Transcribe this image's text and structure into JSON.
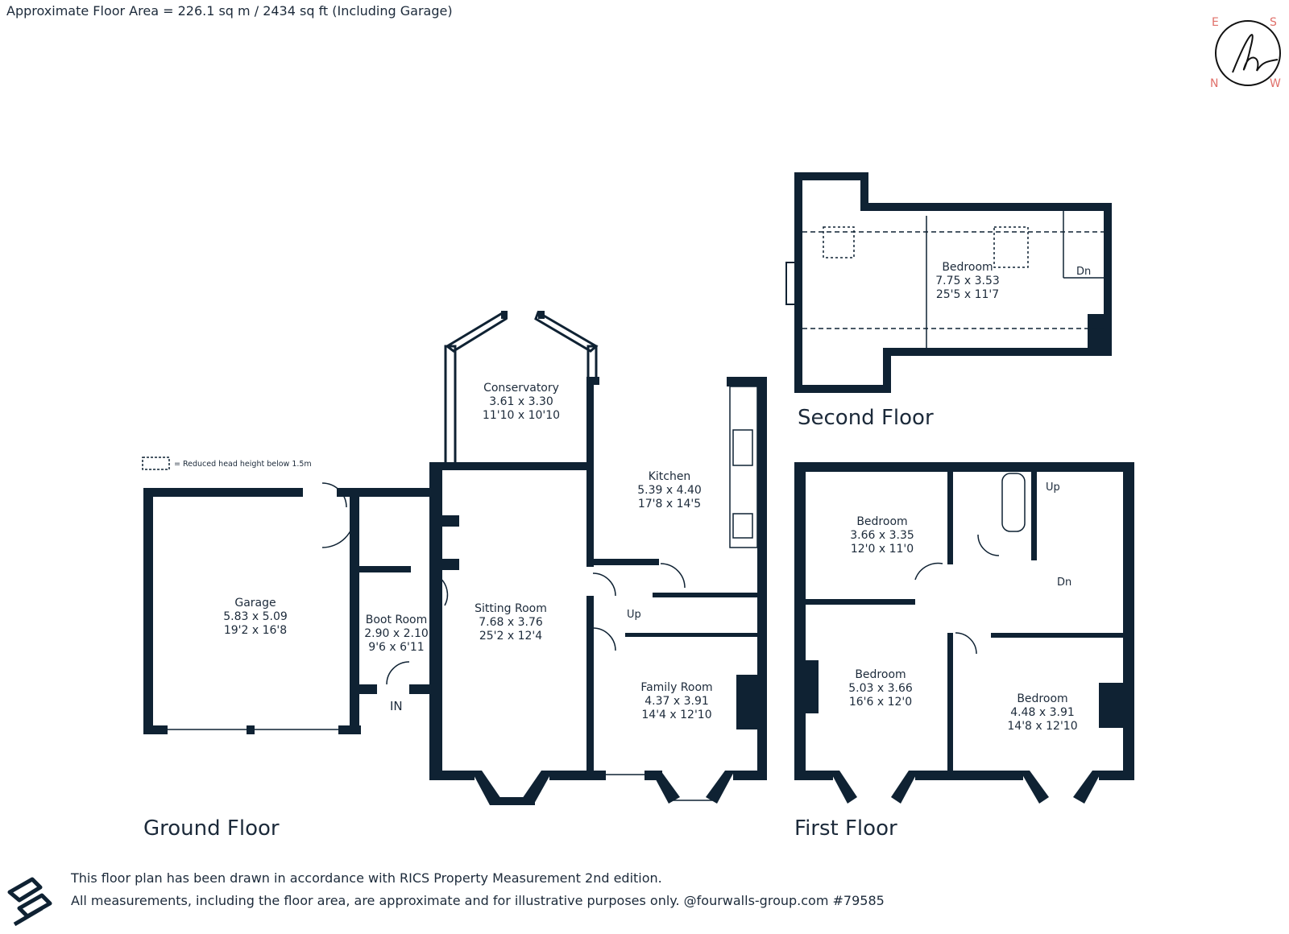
{
  "header": {
    "floor_area": "Approximate Floor Area = 226.1 sq m / 2434 sq ft (Including Garage)"
  },
  "compass": {
    "e": "E",
    "s": "S",
    "n": "N",
    "w": "W"
  },
  "legend": {
    "text": "= Reduced head height below 1.5m"
  },
  "floors": {
    "ground": "Ground Floor",
    "first": "First  Floor",
    "second": "Second  Floor"
  },
  "rooms": {
    "garage": {
      "name": "Garage",
      "metric": "5.83 x 5.09",
      "imperial": "19'2 x 16'8"
    },
    "boot": {
      "name": "Boot Room",
      "metric": "2.90 x 2.10",
      "imperial": "9'6 x 6'11"
    },
    "sitting": {
      "name": "Sitting Room",
      "metric": "7.68 x 3.76",
      "imperial": "25'2 x 12'4"
    },
    "conservatory": {
      "name": "Conservatory",
      "metric": "3.61 x 3.30",
      "imperial": "11'10 x 10'10"
    },
    "kitchen": {
      "name": "Kitchen",
      "metric": "5.39 x 4.40",
      "imperial": "17'8 x 14'5"
    },
    "family": {
      "name": "Family Room",
      "metric": "4.37 x 3.91",
      "imperial": "14'4 x 12'10"
    },
    "bed1": {
      "name": "Bedroom",
      "metric": "3.66 x 3.35",
      "imperial": "12'0 x 11'0"
    },
    "bed2": {
      "name": "Bedroom",
      "metric": "5.03 x 3.66",
      "imperial": "16'6 x 12'0"
    },
    "bed3": {
      "name": "Bedroom",
      "metric": "4.48 x 3.91",
      "imperial": "14'8 x 12'10"
    },
    "bed4": {
      "name": "Bedroom",
      "metric": "7.75 x 3.53",
      "imperial": "25'5 x 11'7"
    }
  },
  "labels": {
    "in": "IN",
    "up": "Up",
    "dn": "Dn"
  },
  "footer": {
    "line1": "This floor plan has been drawn in accordance with RICS Property Measurement 2nd edition.",
    "line2": "All measurements, including the floor area, are approximate and for illustrative purposes only. @fourwalls-group.com #79585"
  },
  "colors": {
    "wall": "#0f2233",
    "accent": "#e0706a",
    "text": "#1c2a3a"
  }
}
